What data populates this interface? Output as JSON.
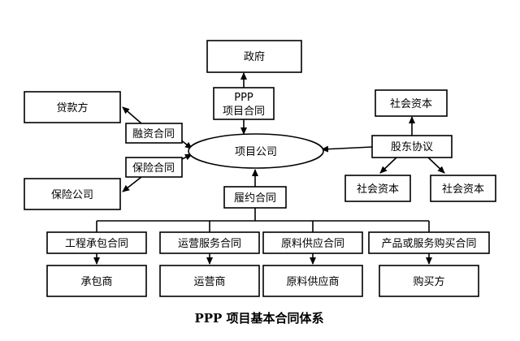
{
  "caption": "PPP 项目基本合同体系",
  "nodes": {
    "government": "政府",
    "ppp_contract_line1": "PPP",
    "ppp_contract_line2": "项目合同",
    "lender": "贷款方",
    "financing_contract": "融资合同",
    "project_company": "项目公司",
    "insurance_contract": "保险合同",
    "insurance_company": "保险公司",
    "social_capital_top": "社会资本",
    "shareholder_agreement": "股东协议",
    "social_capital_left": "社会资本",
    "social_capital_right": "社会资本",
    "performance_contract": "履约合同",
    "engineering_contract": "工程承包合同",
    "operation_contract": "运营服务合同",
    "supply_contract": "原料供应合同",
    "purchase_contract": "产品或服务购买合同",
    "contractor": "承包商",
    "operator": "运营商",
    "supplier": "原料供应商",
    "purchaser": "购买方"
  }
}
